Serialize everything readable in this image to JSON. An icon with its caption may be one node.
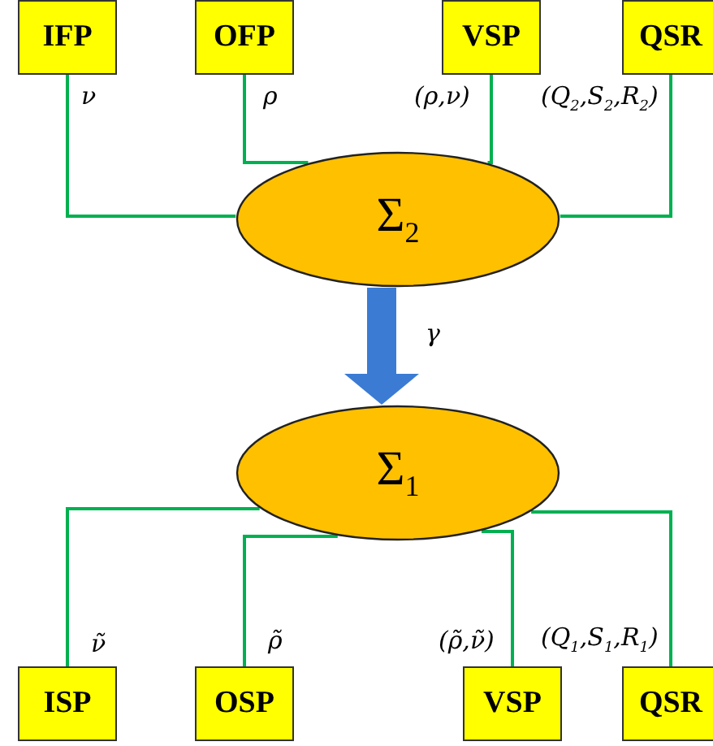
{
  "diagram": {
    "nodes": [
      {
        "text": [
          "IFP"
        ]
      },
      {
        "text": [
          "OFP"
        ]
      },
      {
        "text": [
          "VSP"
        ]
      },
      {
        "text": [
          "QSR"
        ]
      },
      {
        "text": [
          "Σ$_{2}$"
        ]
      },
      {
        "text": [
          "Σ$_{1}$"
        ]
      },
      {
        "text": [
          "ISP"
        ]
      },
      {
        "text": [
          "OSP"
        ]
      },
      {
        "text": [
          "VSP"
        ]
      },
      {
        "text": [
          "QSR"
        ]
      }
    ],
    "edges": [
      {
        "from": 0,
        "to": 4,
        "arrow": "none",
        "label": "ν"
      },
      {
        "from": 1,
        "to": 4,
        "arrow": "none",
        "label": "ρ"
      },
      {
        "from": 2,
        "to": 4,
        "arrow": "none",
        "label": "(ρ,ν)"
      },
      {
        "from": 3,
        "to": 4,
        "arrow": "none",
        "label": "(Q$_{2}$,S$_{2}$,R$_{2}$)"
      },
      {
        "from": 4,
        "to": 5,
        "arrow": "to",
        "label": "γ",
        "style": "thick",
        "color": "#3b7bd4"
      },
      {
        "from": 6,
        "to": 5,
        "arrow": "none",
        "label": "ν̃"
      },
      {
        "from": 7,
        "to": 5,
        "arrow": "none",
        "label": "ρ̃"
      },
      {
        "from": 8,
        "to": 5,
        "arrow": "none",
        "label": "(ρ̃,ν̃)"
      },
      {
        "from": 9,
        "to": 5,
        "arrow": "none",
        "label": "(Q$_{1}$,S$_{1}$,R$_{1}$)"
      }
    ]
  }
}
